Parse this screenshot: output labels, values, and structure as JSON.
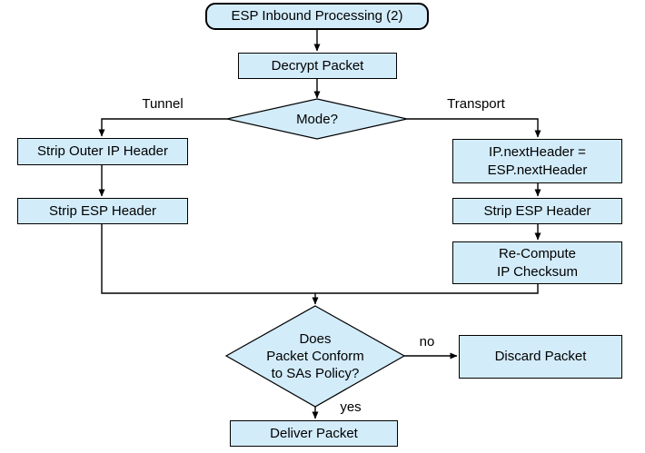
{
  "diagram": {
    "title": "ESP Inbound Processing (2)",
    "nodes": {
      "start": {
        "label": "ESP Inbound Processing (2)",
        "shape": "rounded-rect"
      },
      "decrypt": {
        "label": "Decrypt Packet",
        "shape": "rect"
      },
      "mode": {
        "label": "Mode?",
        "shape": "diamond"
      },
      "strip_outer_ip": {
        "label": "Strip Outer IP Header",
        "shape": "rect"
      },
      "strip_esp_tunnel": {
        "label": "Strip ESP Header",
        "shape": "rect"
      },
      "ip_next_header": {
        "label": "IP.nextHeader =\nESP.nextHeader",
        "shape": "rect"
      },
      "strip_esp_transport": {
        "label": "Strip ESP Header",
        "shape": "rect"
      },
      "recompute_checksum": {
        "label": "Re-Compute\nIP Checksum",
        "shape": "rect"
      },
      "policy_check": {
        "label": "Does\nPacket Conform\nto SAs Policy?",
        "shape": "diamond"
      },
      "discard": {
        "label": "Discard Packet",
        "shape": "rect"
      },
      "deliver": {
        "label": "Deliver Packet",
        "shape": "rect"
      }
    },
    "edge_labels": {
      "tunnel": "Tunnel",
      "transport": "Transport",
      "no": "no",
      "yes": "yes"
    },
    "colors": {
      "node_fill": "#d3ecfa",
      "node_border": "#000000",
      "connector": "#000000",
      "text": "#000000",
      "background": "#ffffff"
    }
  }
}
